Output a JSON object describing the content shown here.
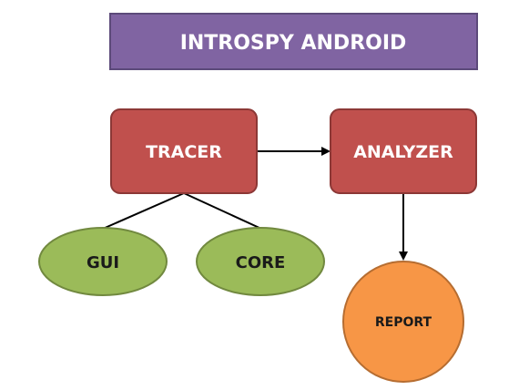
{
  "title": "INTROSPY ANDROID",
  "nodes": {
    "tracer": "TRACER",
    "analyzer": "ANALYZER",
    "gui": "GUI",
    "core": "CORE",
    "report": "REPORT"
  },
  "colors": {
    "title_fill": "#8064a2",
    "title_stroke": "#5c4a7a",
    "rect_fill": "#c0504d",
    "rect_stroke": "#8c3836",
    "ellipse_fill": "#9bbb59",
    "ellipse_stroke": "#71893f",
    "report_fill": "#f79646",
    "report_stroke": "#b66d31"
  }
}
